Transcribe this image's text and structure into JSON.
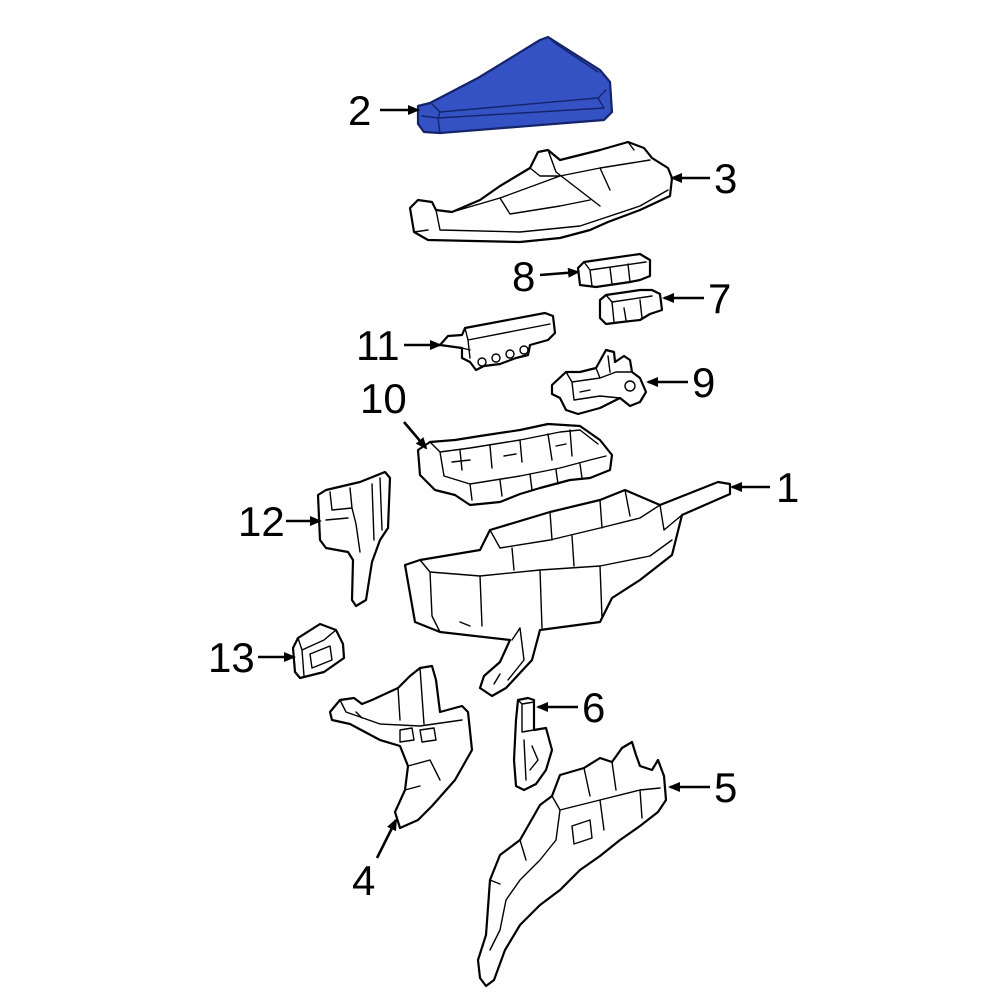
{
  "diagram": {
    "highlighted_part": "2",
    "highlight_color": "#3452c3",
    "outline_color": "#000000",
    "callouts": [
      "1",
      "2",
      "3",
      "4",
      "5",
      "6",
      "7",
      "8",
      "9",
      "10",
      "11",
      "12",
      "13"
    ]
  }
}
